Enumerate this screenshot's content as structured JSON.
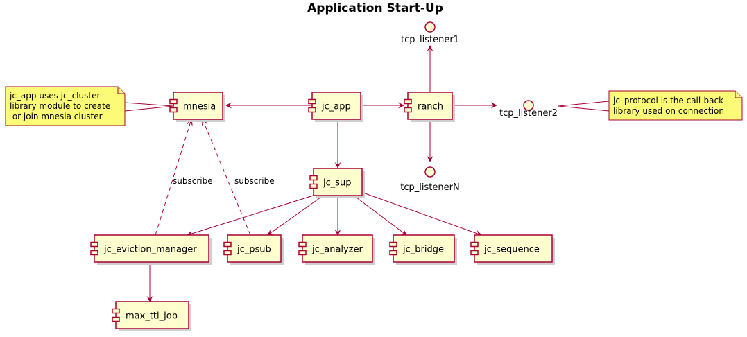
{
  "title": "Application Start-Up",
  "colors": {
    "component_fill": "#FEFECE",
    "stroke": "#A80036",
    "note_fill": "#FBFB77",
    "note_stroke": "#A80036",
    "interface_fill": "#FEFECE"
  },
  "components": {
    "mnesia": "mnesia",
    "jc_app": "jc_app",
    "ranch": "ranch",
    "jc_sup": "jc_sup",
    "jc_eviction_manager": "jc_eviction_manager",
    "jc_psub": "jc_psub",
    "jc_analyzer": "jc_analyzer",
    "jc_bridge": "jc_bridge",
    "jc_sequence": "jc_sequence",
    "max_ttl_job": "max_ttl_job"
  },
  "interfaces": {
    "tcp_listener1": "tcp_listener1",
    "tcp_listener2": "tcp_listener2",
    "tcp_listenerN": "tcp_listenerN"
  },
  "notes": {
    "left": [
      "jc_app uses jc_cluster",
      "library module to create",
      " or join mnesia cluster"
    ],
    "right": [
      "jc_protocol is the call-back",
      "library used on connection"
    ]
  },
  "edge_labels": {
    "subscribe_evict": "subscribe",
    "subscribe_psub": "subscribe"
  }
}
